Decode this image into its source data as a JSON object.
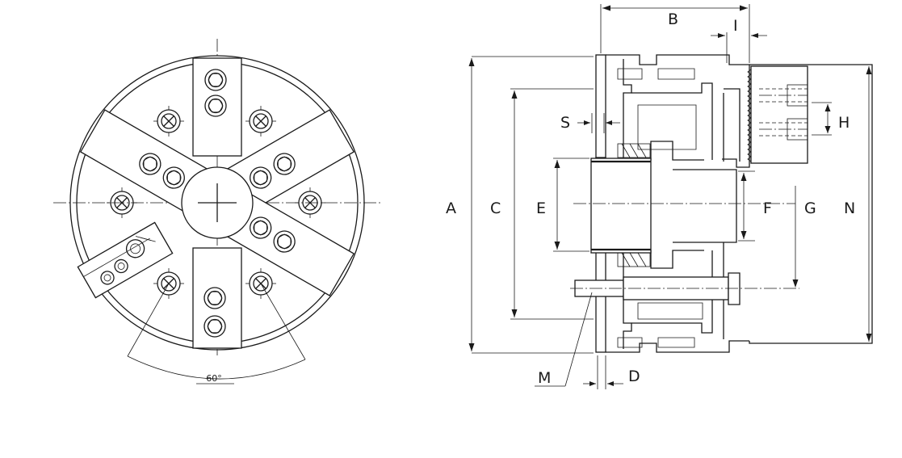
{
  "front_view": {
    "angle_label": "60°"
  },
  "section_view": {
    "dimension_labels": {
      "A": "A",
      "B": "B",
      "C": "C",
      "D": "D",
      "E": "E",
      "F": "F",
      "G": "G",
      "H": "H",
      "I": "I",
      "M": "M",
      "N": "N",
      "S": "S"
    }
  }
}
